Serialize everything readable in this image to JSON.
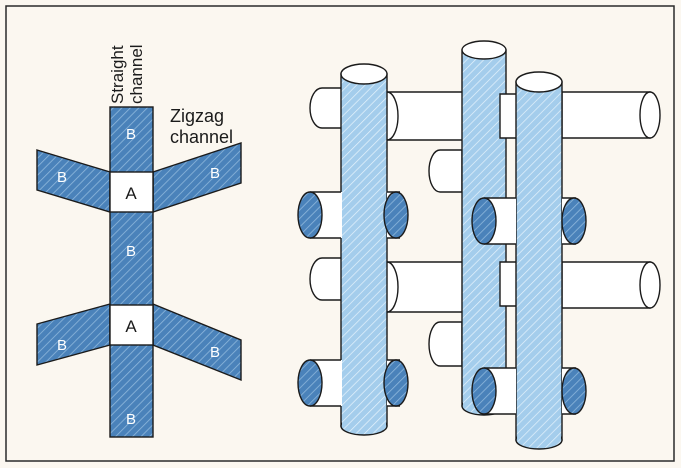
{
  "figure": {
    "labels": {
      "straight_channel_line1": "Straight",
      "straight_channel_line2": "channel",
      "zigzag_channel_line1": "Zigzag",
      "zigzag_channel_line2": "channel"
    },
    "sites": {
      "a": "A",
      "b": "B"
    },
    "colors": {
      "channel_fill": "#4f86bd",
      "cylinder_fill": "#a9d1ee",
      "background": "#fbf7f0",
      "outline": "#1b1b1b"
    }
  }
}
